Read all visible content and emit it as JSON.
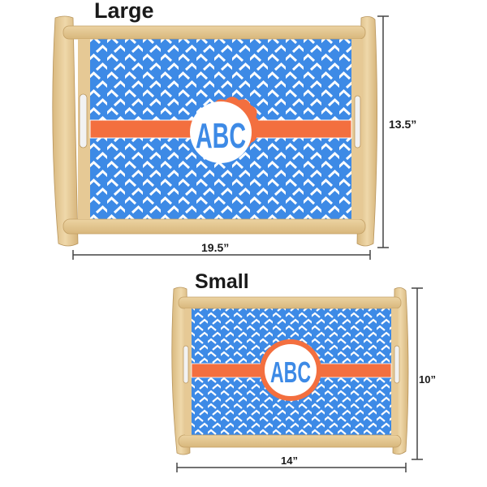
{
  "products": [
    {
      "size_label": "Large",
      "width": "19.5”",
      "height": "13.5”",
      "monogram": "ABC"
    },
    {
      "size_label": "Small",
      "width": "14”",
      "height": "10”",
      "monogram": "ABC"
    }
  ],
  "colors": {
    "pattern_blue": "#3d8ae6",
    "band_orange": "#f36f3f",
    "wood": "#e3c58e",
    "wood_dark": "#c9a56a",
    "dimension_line": "#444444"
  }
}
